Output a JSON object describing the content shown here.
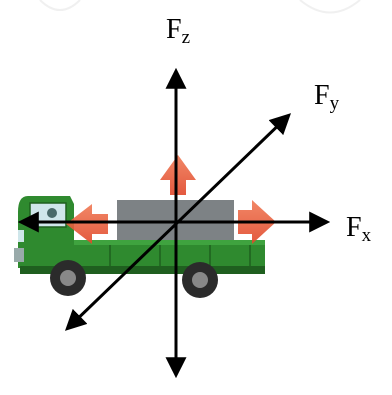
{
  "diagram": {
    "labels": {
      "fz": {
        "main": "F",
        "sub": "z"
      },
      "fy": {
        "main": "F",
        "sub": "y"
      },
      "fx": {
        "main": "F",
        "sub": "x"
      }
    },
    "colors": {
      "axis": "#000000",
      "force_arrow": "#e8583a",
      "truck_body": "#2f8a2f",
      "truck_dark": "#1f5f1f",
      "cargo": "#7d8285",
      "wheel": "#2b2b2b",
      "background": "#ffffff"
    },
    "icons": [
      "truck-icon",
      "force-arrow-up-icon",
      "force-arrow-left-icon",
      "force-arrow-right-icon"
    ]
  }
}
